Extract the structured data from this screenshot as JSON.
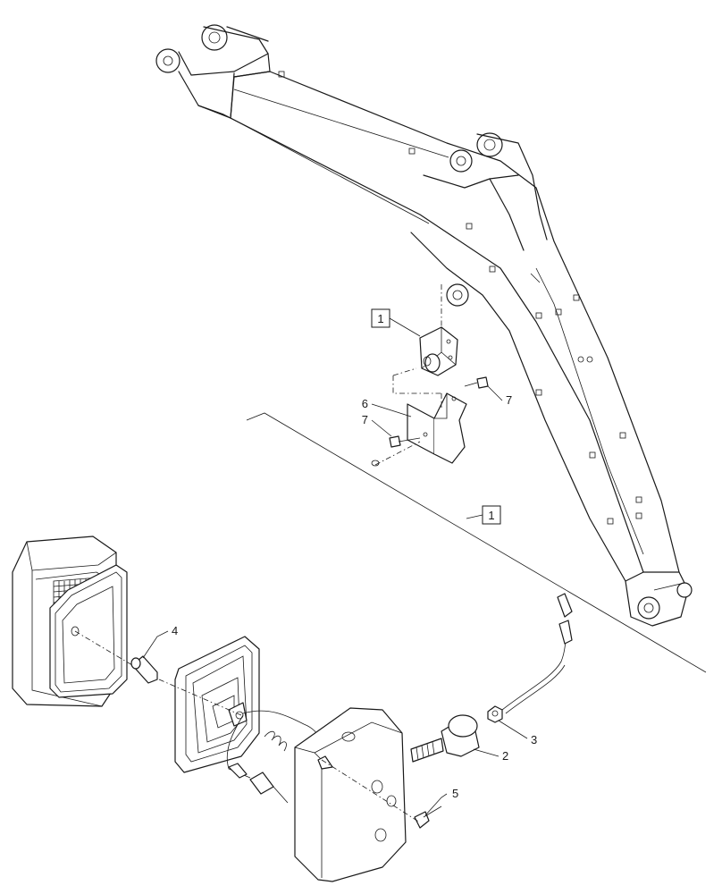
{
  "callouts": {
    "ref_box_top": "1",
    "ref_box_section": "1",
    "bulb": "4",
    "grommet": "2",
    "nut": "3",
    "screw_bottom": "5",
    "bracket": "6",
    "bolt_left": "7",
    "bolt_right": "7"
  }
}
